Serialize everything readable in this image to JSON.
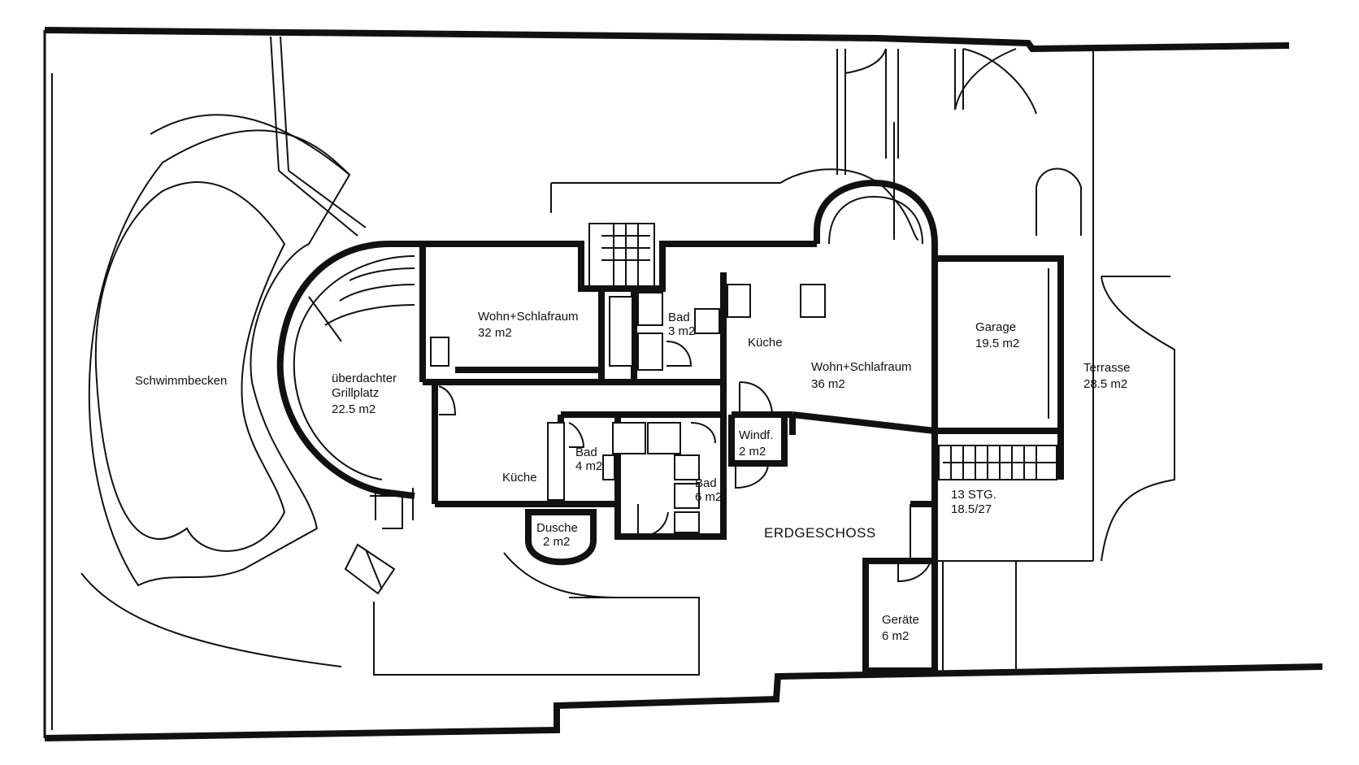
{
  "plan": {
    "floor_label": "ERDGESCHOSS",
    "rooms": {
      "pool": {
        "name": "Schwimmbecken"
      },
      "grill": {
        "line1": "überdachter",
        "line2": "Grillplatz",
        "area": "22.5 m2"
      },
      "wohn_west": {
        "name": "Wohn+Schlafraum",
        "area": "32 m2"
      },
      "bad_north": {
        "name": "Bad",
        "area": "3 m2"
      },
      "kueche_east": {
        "name": "Küche"
      },
      "wohn_east": {
        "name": "Wohn+Schlafraum",
        "area": "36 m2"
      },
      "garage": {
        "name": "Garage",
        "area": "19.5 m2"
      },
      "terrasse": {
        "name": "Terrasse",
        "area": "28.5 m2"
      },
      "kueche_west": {
        "name": "Küche"
      },
      "bad_small": {
        "name": "Bad",
        "area": "4 m2"
      },
      "bad_mid": {
        "name": "Bad",
        "area": "6 m2"
      },
      "windf": {
        "name": "Windf.",
        "area": "2 m2"
      },
      "dusche": {
        "name": "Dusche",
        "area": "2 m2"
      },
      "geraete": {
        "name": "Geräte",
        "area": "6 m2"
      }
    },
    "stairs": {
      "line1": "13 STG.",
      "line2": "18.5/27"
    }
  }
}
